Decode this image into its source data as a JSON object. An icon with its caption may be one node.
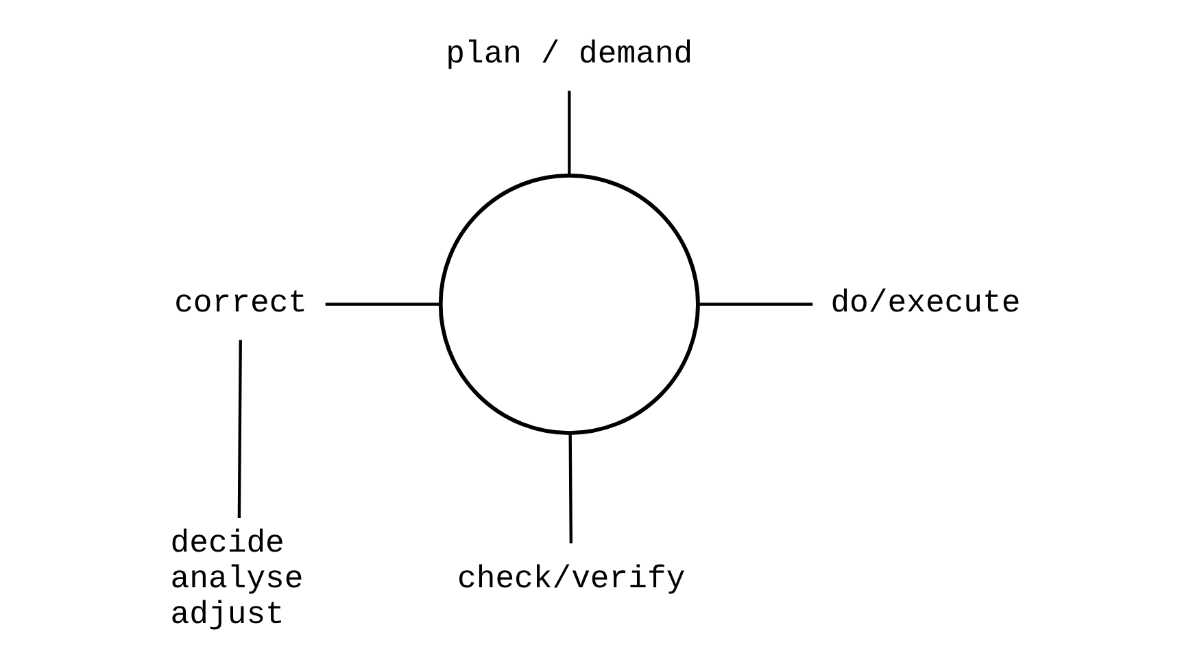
{
  "diagram": {
    "nodes": [
      {
        "text": [
          "plan / demand"
        ]
      },
      {
        "text": [],
        "shape": "circle"
      },
      {
        "text": [
          "correct"
        ]
      },
      {
        "text": [
          "do/execute"
        ]
      },
      {
        "text": [
          "decide analyse adjust"
        ]
      },
      {
        "text": [
          "check/verify"
        ]
      }
    ],
    "edges": [
      {
        "from": 0,
        "to": 1,
        "arrow": "none"
      },
      {
        "from": 3,
        "to": 1,
        "arrow": "none"
      },
      {
        "from": 5,
        "to": 1,
        "arrow": "none"
      },
      {
        "from": 2,
        "to": 1,
        "arrow": "none"
      },
      {
        "from": 2,
        "to": 4,
        "arrow": "none"
      }
    ]
  }
}
